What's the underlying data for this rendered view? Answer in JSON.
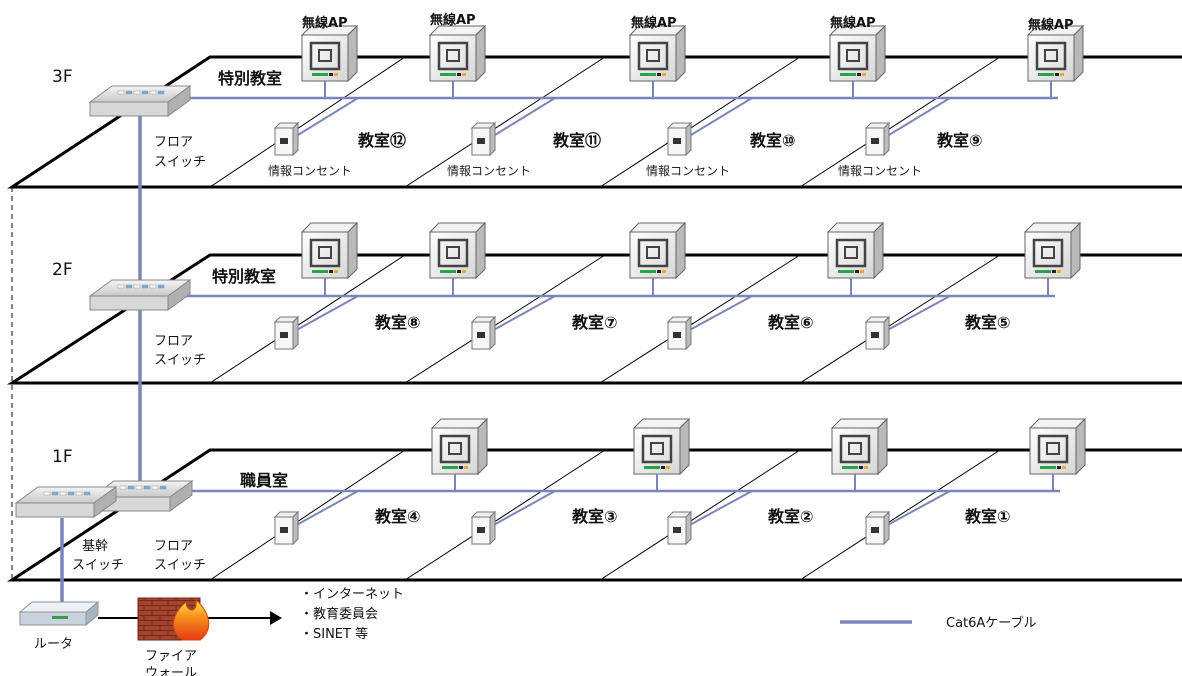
{
  "floors": [
    {
      "label": "3F",
      "staff_room": "特別教室",
      "rooms": [
        "教室⑫",
        "教室⑪",
        "教室⑩",
        "教室⑨"
      ],
      "ap_label": "無線AP",
      "outlet_label": "情報コンセント",
      "switch_label": [
        "フロア",
        "スイッチ"
      ]
    },
    {
      "label": "2F",
      "staff_room": "特別教室",
      "rooms": [
        "教室⑧",
        "教室⑦",
        "教室⑥",
        "教室⑤"
      ],
      "switch_label": [
        "フロア",
        "スイッチ"
      ]
    },
    {
      "label": "1F",
      "staff_room": "職員室",
      "rooms": [
        "教室④",
        "教室③",
        "教室②",
        "教室①"
      ],
      "switch_label": [
        "フロア",
        "スイッチ"
      ],
      "core_switch_label": [
        "基幹",
        "スイッチ"
      ]
    }
  ],
  "router_label": "ルータ",
  "firewall_label": [
    "ファイア",
    "ウォール"
  ],
  "destinations": [
    "・インターネット",
    "・教育委員会",
    "・SINET 等"
  ],
  "legend": {
    "label": "Cat6Aケーブル",
    "color": "#7b85b8"
  },
  "colors": {
    "cable": "#7b85b8",
    "floor_line": "#000000"
  }
}
